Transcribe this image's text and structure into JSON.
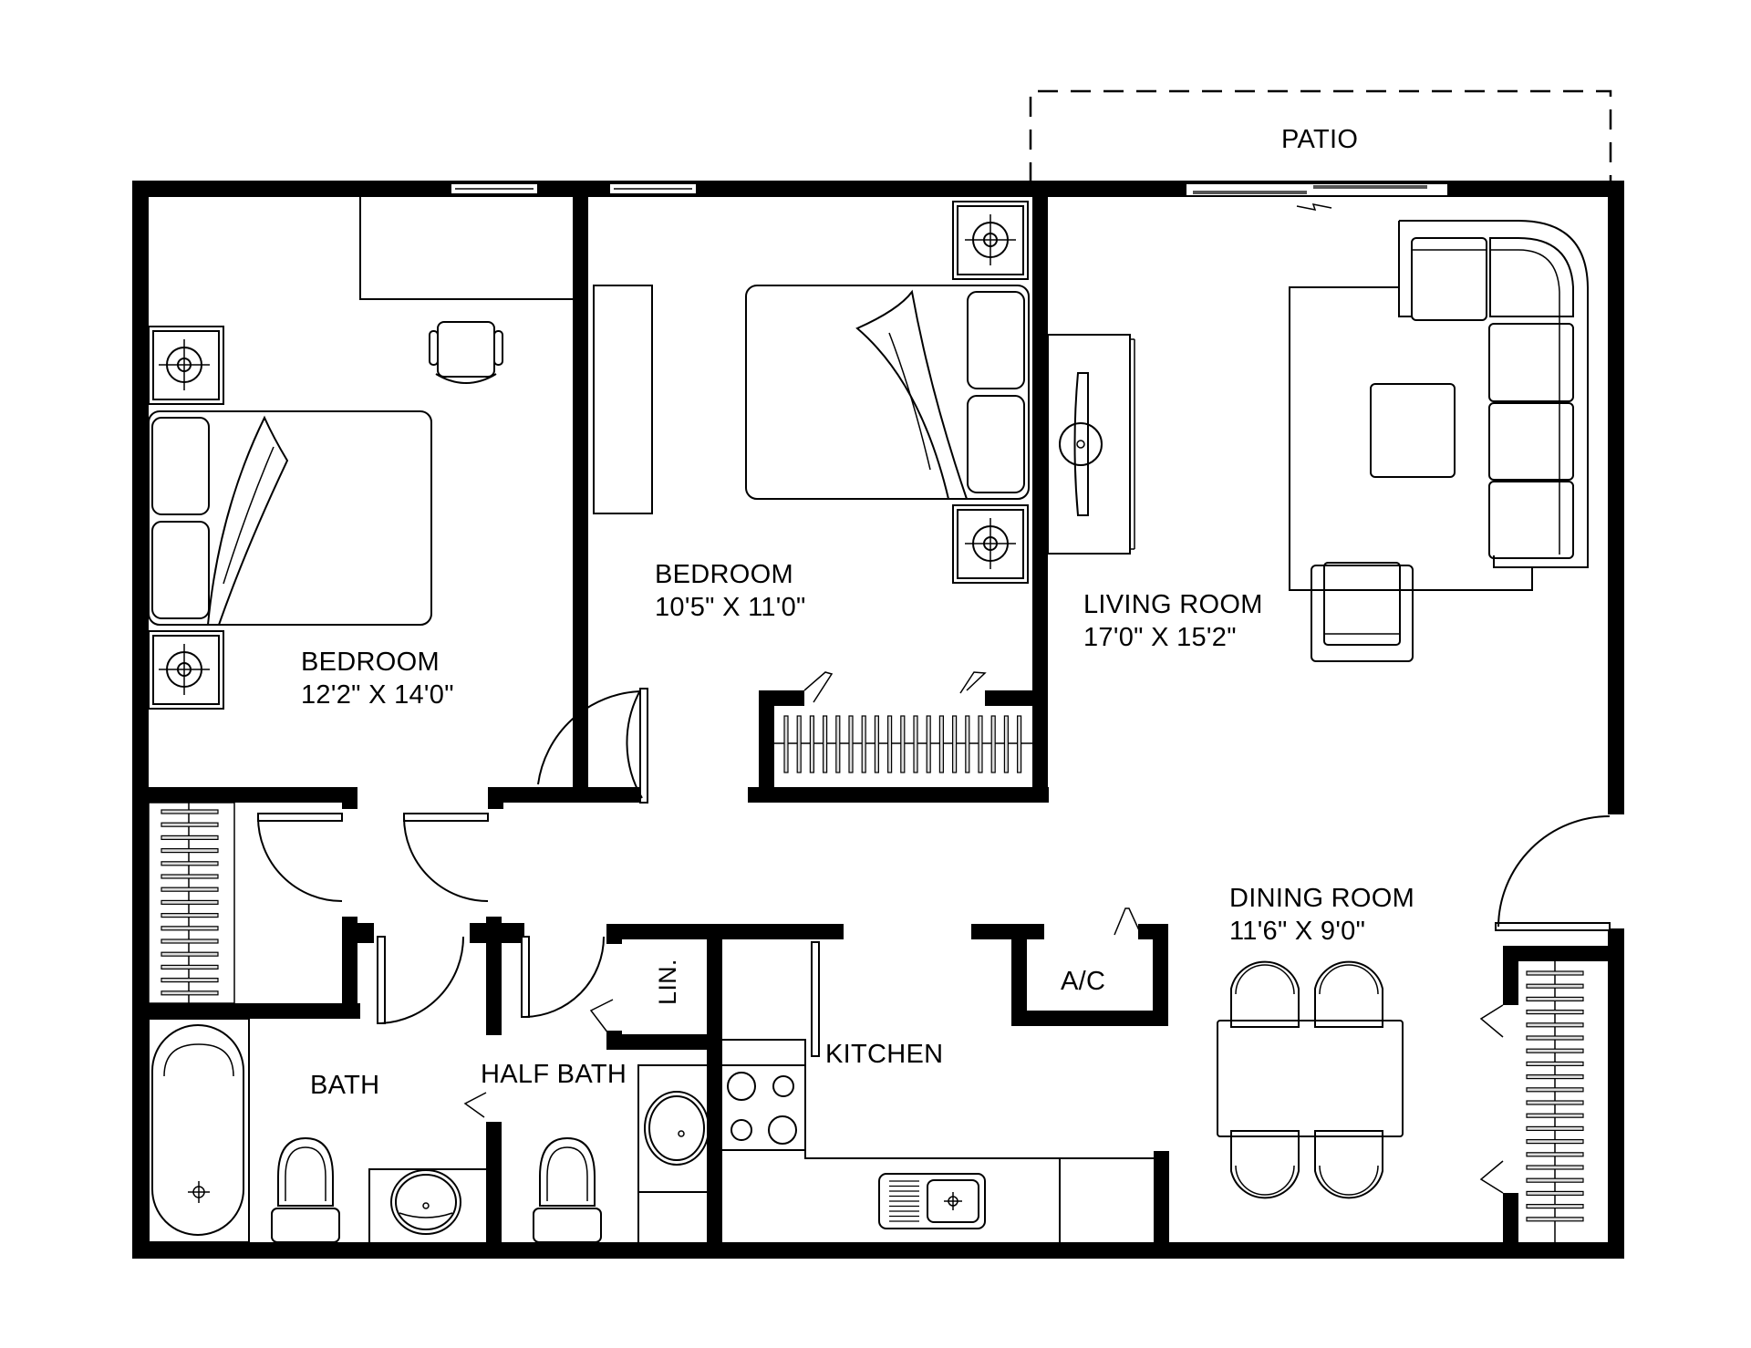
{
  "plan": {
    "colors": {
      "wall": "#000000",
      "background": "#ffffff",
      "line": "#000000"
    },
    "patio": {
      "label": "PATIO"
    },
    "rooms": [
      {
        "id": "bedroom-1",
        "name": "BEDROOM",
        "dimensions": "12'2\" X 14'0\""
      },
      {
        "id": "bedroom-2",
        "name": "BEDROOM",
        "dimensions": "10'5\" X 11'0\""
      },
      {
        "id": "living-room",
        "name": "LIVING ROOM",
        "dimensions": "17'0\" X 15'2\""
      },
      {
        "id": "dining-room",
        "name": "DINING ROOM",
        "dimensions": "11'6\" X 9'0\""
      },
      {
        "id": "kitchen",
        "name": "KITCHEN"
      },
      {
        "id": "bath",
        "name": "BATH"
      },
      {
        "id": "half-bath",
        "name": "HALF BATH"
      },
      {
        "id": "linen",
        "name": "LIN."
      },
      {
        "id": "ac",
        "name": "A/C"
      }
    ],
    "fixtures": [
      "bed-icon",
      "bed-icon",
      "nightstand-lamp-icon",
      "nightstand-lamp-icon",
      "desk-chair-icon",
      "tv-stand-icon",
      "sectional-sofa-icon",
      "armchair-icon",
      "coffee-table-icon",
      "dining-table-icon",
      "dining-chair-icon",
      "bathtub-icon",
      "toilet-icon",
      "sink-icon",
      "stove-icon",
      "kitchen-sink-icon",
      "closet-rod-icon",
      "sliding-door-icon",
      "window-icon"
    ]
  }
}
